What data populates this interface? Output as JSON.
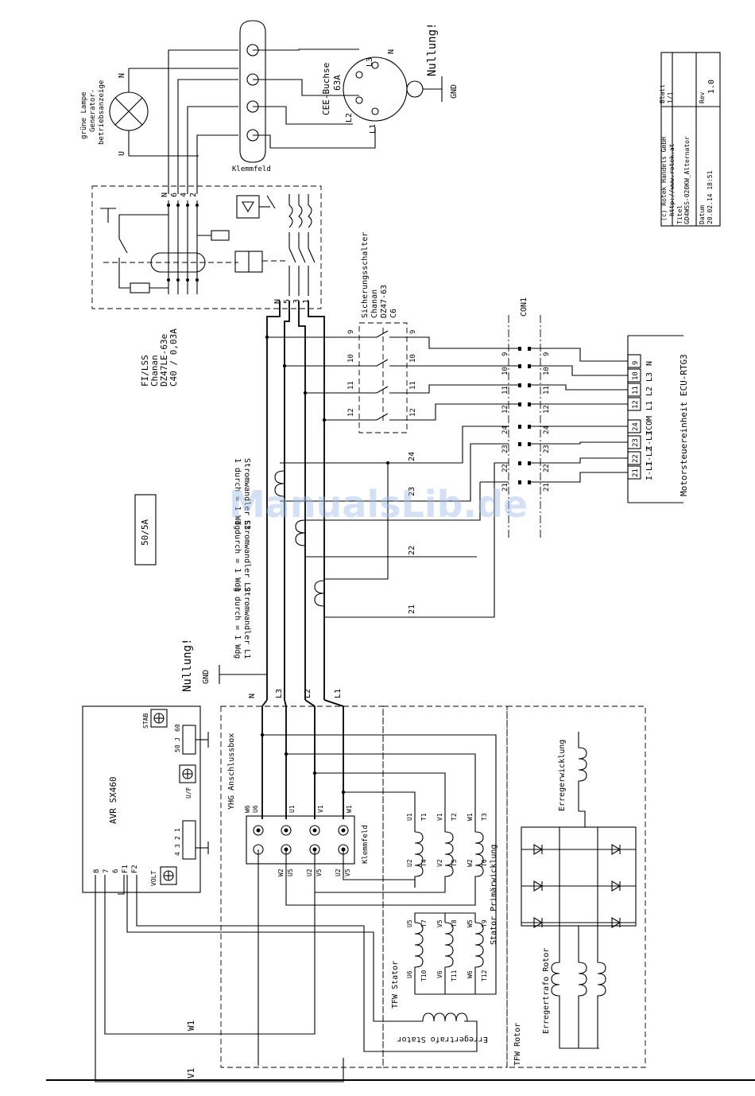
{
  "watermark": "ManualsLib.de",
  "title_block": {
    "copyright": "(c) Rotek Handels GmbH",
    "url": "http://www.rotek.at",
    "blatt_label": "Blatt",
    "blatt_value": "1/1",
    "titel_label": "Titel",
    "titel_value": "GD4WSS-020KW_Alternator",
    "datum_label": "Datum",
    "datum_value": "20.02.14 18:51",
    "rev_label": "Rev",
    "rev_value": "1.0"
  },
  "lamp": {
    "label_lines": [
      "grüne Lampe",
      "Generator-",
      "betriebsanzeige"
    ],
    "n": "N",
    "u": "U"
  },
  "klemmfeld_top": "Klemmfeld",
  "cee": {
    "label": "CEE-Buchse",
    "rating": "63A",
    "pins": [
      "N",
      "L3",
      "L2",
      "L1"
    ],
    "nullung": "Nullung!",
    "gnd": "GND"
  },
  "fi": {
    "top_terms": [
      "N",
      "6",
      "4",
      "2"
    ],
    "bottom_terms": [
      "N",
      "5",
      "3",
      "1"
    ],
    "lines": [
      "FI/LSS",
      "Chanan",
      "DZ47LE-63e",
      "C40 / 0,03A"
    ]
  },
  "sicherung": {
    "lines": [
      "Sicherungsschalter",
      "Chanan",
      "DZ47-63",
      "C6"
    ],
    "terms": [
      "9",
      "10",
      "11",
      "12"
    ]
  },
  "con1": {
    "label": "CON1",
    "pins": [
      "9",
      "10",
      "11",
      "12",
      "24",
      "23",
      "22",
      "21"
    ]
  },
  "ecu": {
    "label": "Motorsteuereinheit ECU-RTG3",
    "pins": [
      {
        "num": "9",
        "name": "N"
      },
      {
        "num": "10",
        "name": "L3"
      },
      {
        "num": "11",
        "name": "L2"
      },
      {
        "num": "12",
        "name": "L1"
      },
      {
        "num": "24",
        "name": "ICOM"
      },
      {
        "num": "23",
        "name": "I-L3"
      },
      {
        "num": "22",
        "name": "I-L2"
      },
      {
        "num": "21",
        "name": "I-L1"
      }
    ]
  },
  "ct": [
    {
      "line1": "Stromwandler L3",
      "line2": "1 durch = 1 Wdg"
    },
    {
      "line1": "Stromwandler L2",
      "line2": "1 durch = 1 Wdg"
    },
    {
      "line1": "Stromwandler L1",
      "line2": "1 durch = 1 Wdg"
    }
  ],
  "ct_ratio": "50/5A",
  "wire_numbers": [
    "24",
    "23",
    "22",
    "21"
  ],
  "ground": {
    "nullung": "Nullung!",
    "gnd": "GND"
  },
  "phases": [
    "N",
    "L3",
    "L2",
    "L1"
  ],
  "avr": {
    "model": "AVR SX460",
    "stab": "STAB",
    "uf": "U/F",
    "volt": "VOLT",
    "freq": [
      "60",
      "J",
      "50"
    ],
    "sense": [
      "1",
      "2",
      "3",
      "4"
    ],
    "terms": [
      "8",
      "7",
      "6",
      "F1",
      "F2"
    ]
  },
  "yhg": {
    "label": "YHG Anschlussbox",
    "klemmfeld": "Klemmfeld",
    "top_labels": [
      "W6",
      "U6",
      "U1",
      "V1",
      "W1"
    ],
    "bottom_labels": [
      "W2",
      "U5",
      "U2",
      "V5",
      "U2",
      "V5"
    ]
  },
  "stator": {
    "label": "TFW Stator",
    "primary": "Stator Primärwicklung",
    "upper_top": [
      "U1",
      "T1",
      "V1",
      "T2",
      "W1",
      "T3"
    ],
    "upper_bot": [
      "U2",
      "T4",
      "V2",
      "T5",
      "W2",
      "T6"
    ],
    "lower_top": [
      "U5",
      "T7",
      "V5",
      "T8",
      "W5",
      "T9"
    ],
    "lower_bot": [
      "U6",
      "T10",
      "V6",
      "T11",
      "W6",
      "T12"
    ],
    "erregertrafo": "Erregertrafo Stator"
  },
  "rotor": {
    "label": "TFW Rotor",
    "erreger": "Erregerwicklung",
    "trafo": "Erregertrafo Rotor"
  },
  "avr_wires": [
    "W1",
    "V1"
  ]
}
